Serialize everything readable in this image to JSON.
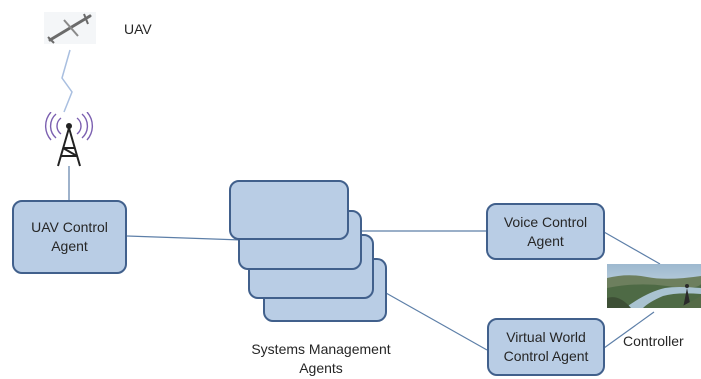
{
  "labels": {
    "uav": "UAV",
    "uav_control": [
      "UAV Control",
      "Agent"
    ],
    "voice_control": [
      "Voice Control",
      "Agent"
    ],
    "virtual_world": [
      "Virtual World",
      "Control Agent"
    ],
    "systems_management": [
      "Systems Management",
      "Agents"
    ],
    "controller": "Controller"
  },
  "icons": {
    "aircraft": "uav-aircraft-icon",
    "tower": "radio-tower-icon",
    "photo": "controller-landscape-photo"
  },
  "colors": {
    "node_fill": "#b9cde5",
    "node_border": "#41608c",
    "wire": "#5d7fa8",
    "radio_wave": "#7b5fb0"
  }
}
